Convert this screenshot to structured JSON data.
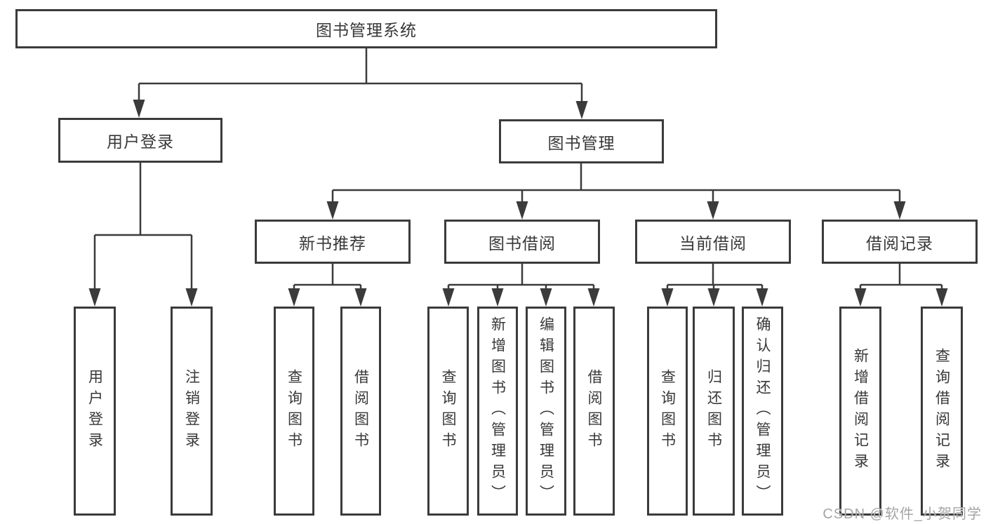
{
  "diagram": {
    "type": "hierarchy-tree",
    "colors": {
      "background": "#ffffff",
      "line": "#3b3b3b",
      "box_border": "#3b3b3b",
      "box_fill": "#ffffff",
      "text": "#383838",
      "watermark": "#a5a5a5"
    },
    "root": {
      "label": "图书管理系统"
    },
    "level2": [
      {
        "id": "user-login",
        "label": "用户登录"
      },
      {
        "id": "book-management",
        "label": "图书管理"
      }
    ],
    "level3": [
      {
        "id": "new-book-recommend",
        "parent": "book-management",
        "label": "新书推荐"
      },
      {
        "id": "book-borrow",
        "parent": "book-management",
        "label": "图书借阅"
      },
      {
        "id": "current-borrow",
        "parent": "book-management",
        "label": "当前借阅"
      },
      {
        "id": "borrow-records",
        "parent": "book-management",
        "label": "借阅记录"
      }
    ],
    "leaves": [
      {
        "parent": "user-login",
        "label": "用户登录"
      },
      {
        "parent": "user-login",
        "label": "注销登录"
      },
      {
        "parent": "new-book-recommend",
        "label": "查询图书"
      },
      {
        "parent": "new-book-recommend",
        "label": "借阅图书"
      },
      {
        "parent": "book-borrow",
        "label": "查询图书"
      },
      {
        "parent": "book-borrow",
        "label": "新增图书（管理员）"
      },
      {
        "parent": "book-borrow",
        "label": "编辑图书（管理员）"
      },
      {
        "parent": "book-borrow",
        "label": "借阅图书"
      },
      {
        "parent": "current-borrow",
        "label": "查询图书"
      },
      {
        "parent": "current-borrow",
        "label": "归还图书"
      },
      {
        "parent": "current-borrow",
        "label": "确认归还（管理员）"
      },
      {
        "parent": "borrow-records",
        "label": "新增借阅记录"
      },
      {
        "parent": "borrow-records",
        "label": "查询借阅记录"
      }
    ],
    "watermark": "CSDN @软件_小贺同学"
  }
}
